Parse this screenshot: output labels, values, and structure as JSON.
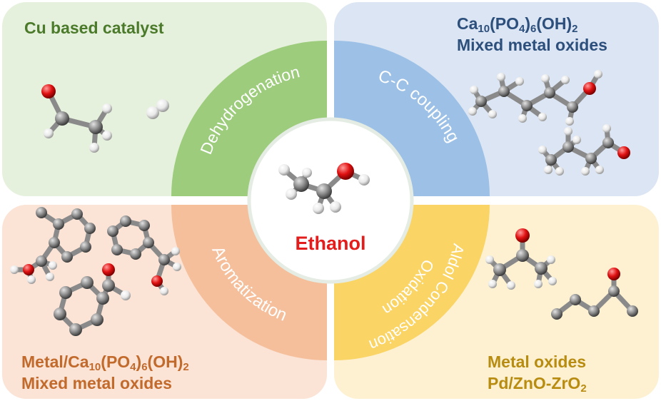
{
  "center": {
    "label": "Ethanol"
  },
  "quadrants": {
    "top_left": {
      "title": "Cu based catalyst",
      "ring_label": "Dehydrogenation",
      "color": "#e5f1dc",
      "ring_color": "#9ccc7c",
      "text_color": "#4a7a2a"
    },
    "top_right": {
      "title_line1": {
        "pre": "Ca",
        "sub1": "10",
        "mid1": "(PO",
        "sub2": "4",
        "mid2": ")",
        "sub3": "6",
        "post": "(OH)",
        "sub4": "2"
      },
      "title_line2": "Mixed metal oxides",
      "ring_label": "C-C coupling",
      "color": "#dbe5f3",
      "ring_color": "#9dc1e6",
      "text_color": "#2d4f7c"
    },
    "bottom_left": {
      "title_line1": {
        "pre": "Metal/Ca",
        "sub1": "10",
        "mid1": "(PO",
        "sub2": "4",
        "mid2": ")",
        "sub3": "6",
        "post": "(OH)",
        "sub4": "2"
      },
      "title_line2": "Mixed metal oxides",
      "ring_label": "Aromatization",
      "color": "#fbe3d5",
      "ring_color": "#f5bf9c",
      "text_color": "#c26a2c"
    },
    "bottom_right": {
      "title_line1": "Metal oxides",
      "title_line2": {
        "pre": "Pd/ZnO-ZrO",
        "sub": "2"
      },
      "ring_label_outer": "Aldol Condensation",
      "ring_label_inner": "Oxidation",
      "color": "#fdf1d2",
      "ring_color": "#fbd466",
      "text_color": "#b88c10"
    }
  },
  "molecules": [
    {
      "name": "acetaldehyde",
      "quadrant": "top_left"
    },
    {
      "name": "hydrogen",
      "quadrant": "top_left"
    },
    {
      "name": "hexanol",
      "quadrant": "top_right"
    },
    {
      "name": "butanal",
      "quadrant": "top_right"
    },
    {
      "name": "ethanol",
      "quadrant": "center"
    },
    {
      "name": "aromatic-alcohol-1",
      "quadrant": "bottom_left"
    },
    {
      "name": "aromatic-alcohol-2",
      "quadrant": "bottom_left"
    },
    {
      "name": "benzaldehyde",
      "quadrant": "bottom_left"
    },
    {
      "name": "acetone",
      "quadrant": "bottom_right"
    },
    {
      "name": "pentanone",
      "quadrant": "bottom_right"
    }
  ]
}
